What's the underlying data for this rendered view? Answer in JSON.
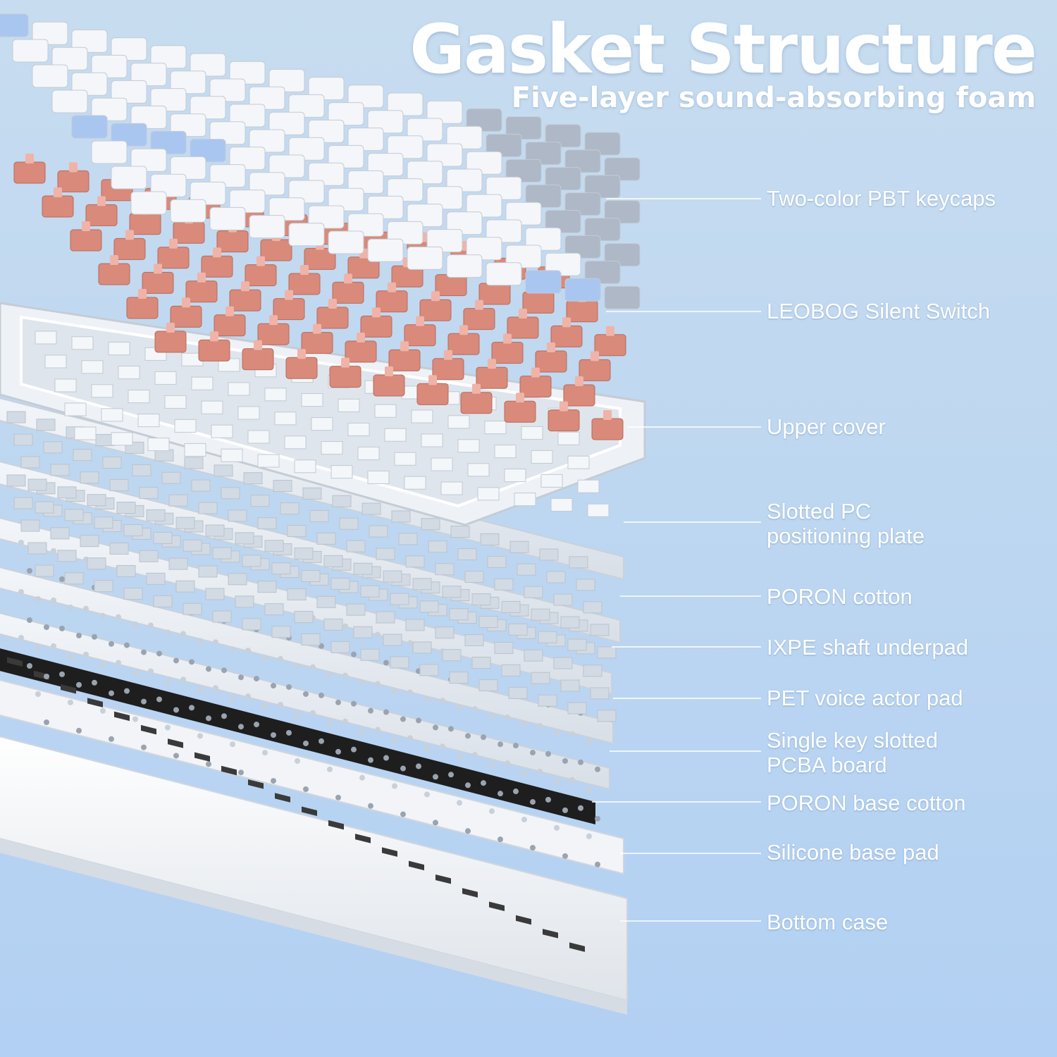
{
  "header": {
    "title": "Gasket Structure",
    "subtitle": "Five-layer sound-absorbing foam"
  },
  "layers": [
    {
      "label": [
        "Two-color PBT keycaps"
      ]
    },
    {
      "label": [
        "LEOBOG Silent Switch"
      ]
    },
    {
      "label": [
        "Upper cover"
      ]
    },
    {
      "label": [
        "Slotted PC",
        "positioning plate"
      ]
    },
    {
      "label": [
        "PORON cotton"
      ]
    },
    {
      "label": [
        "IXPE shaft underpad"
      ]
    },
    {
      "label": [
        "PET voice actor pad"
      ]
    },
    {
      "label": [
        "Single key slotted",
        "PCBA board"
      ]
    },
    {
      "label": [
        "PORON base cotton"
      ]
    },
    {
      "label": [
        "Silicone base pad"
      ]
    },
    {
      "label": [
        "Bottom case"
      ]
    }
  ],
  "colors": {
    "background": "#bcd6f1",
    "keycap_white": "#f4f6f9",
    "keycap_gray": "#aeb8c6",
    "keycap_blue": "#a9c6f0",
    "switch": "#d98a7a",
    "switch_stem": "#f0b3a8",
    "plate": "#e8edf2",
    "pcb_black": "#1e1e1e",
    "case": "#f5f6f8",
    "leader_line": "#ffffff"
  }
}
